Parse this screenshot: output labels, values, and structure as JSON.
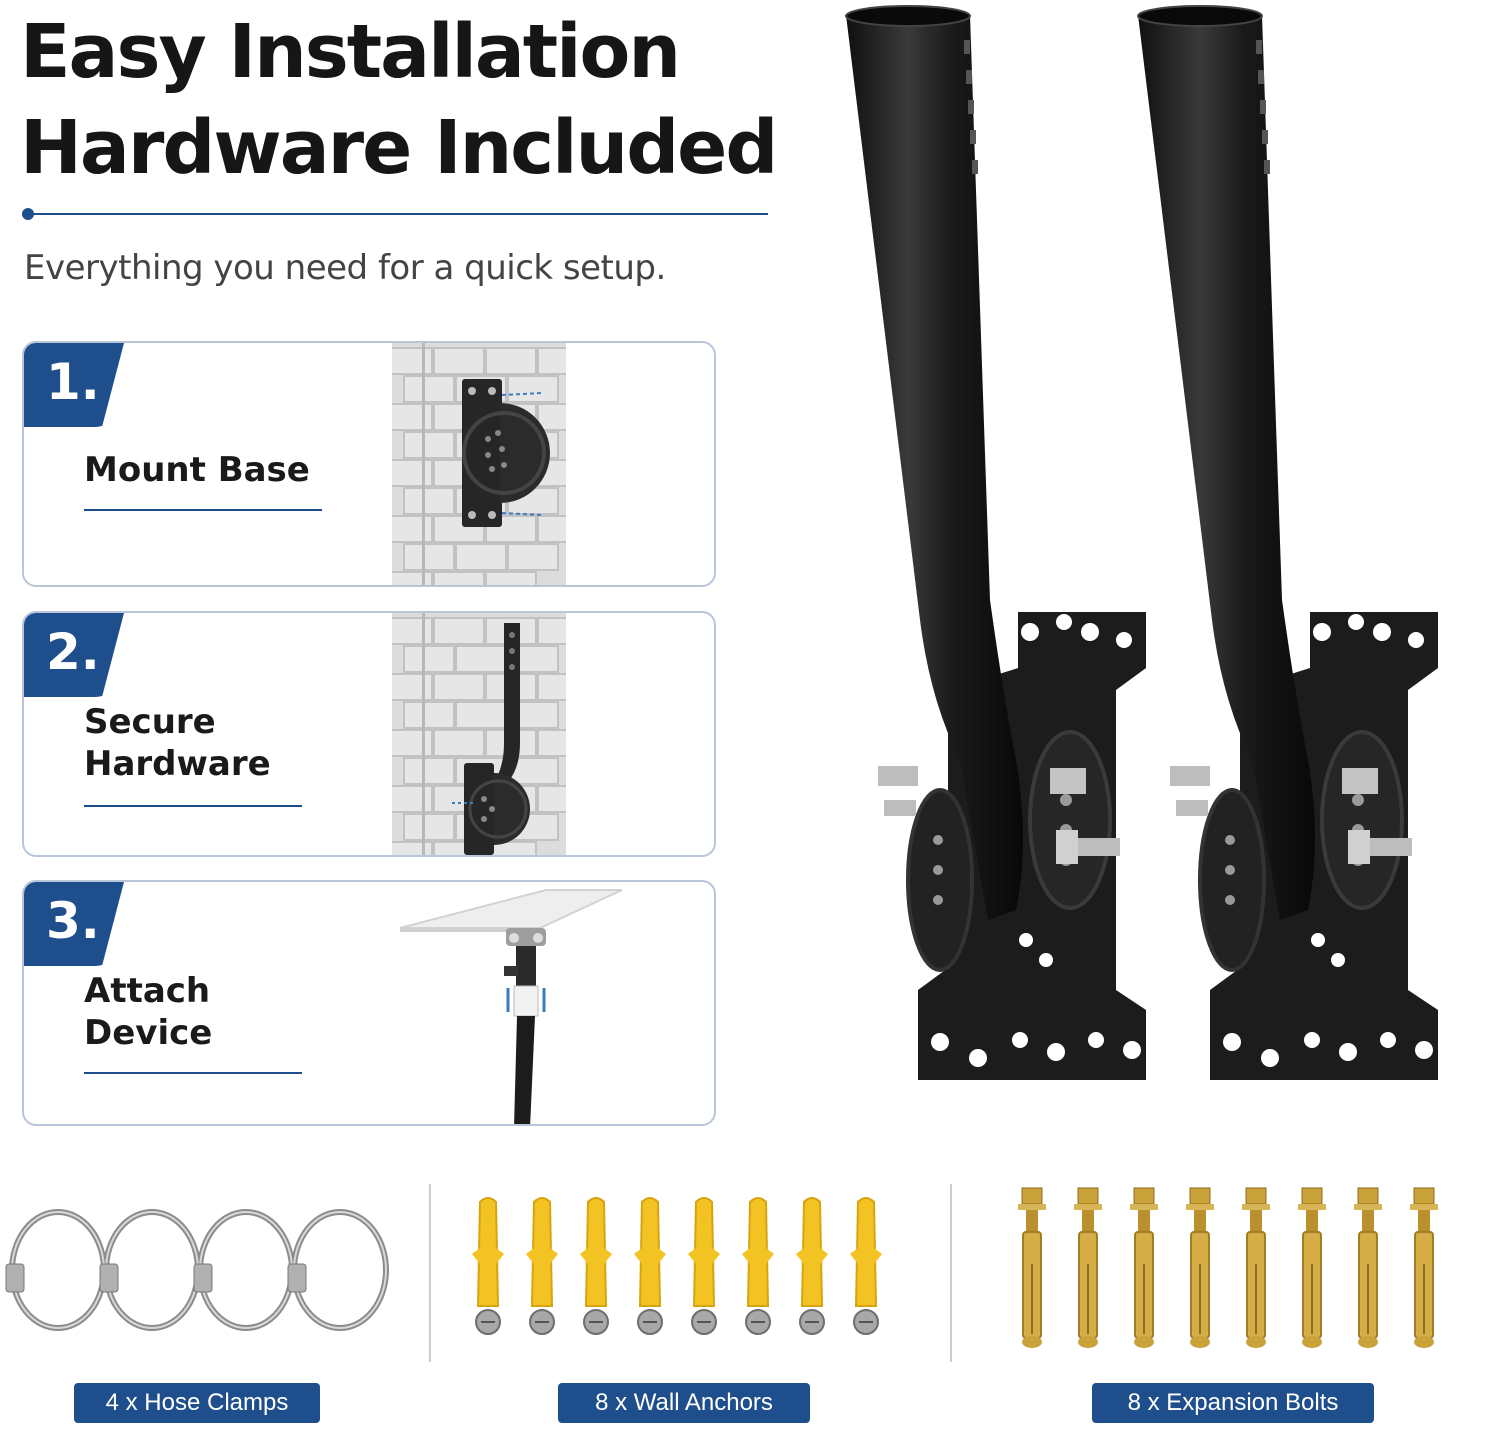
{
  "header": {
    "title_line1": "Easy Installation",
    "title_line2": "Hardware Included",
    "subtitle": "Everything you need for a quick setup."
  },
  "steps": [
    {
      "number": "1.",
      "label": "Mount Base",
      "icon": "wall-mount-illustration"
    },
    {
      "number": "2.",
      "label": "Secure\nHardware",
      "icon": "pole-mount-illustration"
    },
    {
      "number": "3.",
      "label": "Attach\nDevice",
      "icon": "dish-attach-illustration"
    }
  ],
  "hardware": [
    {
      "label": "4 x Hose Clamps",
      "icon": "hose-clamp-icon"
    },
    {
      "label": "8 x Wall Anchors",
      "icon": "wall-anchor-icon"
    },
    {
      "label": "8 x Expansion Bolts",
      "icon": "expansion-bolt-icon"
    }
  ],
  "colors": {
    "accent": "#1f4e8c",
    "card_border": "#b8c6d8",
    "anchor_yellow": "#f3c323",
    "bolt_brass": "#c9a23a",
    "mount_black": "#1c1c1c"
  }
}
